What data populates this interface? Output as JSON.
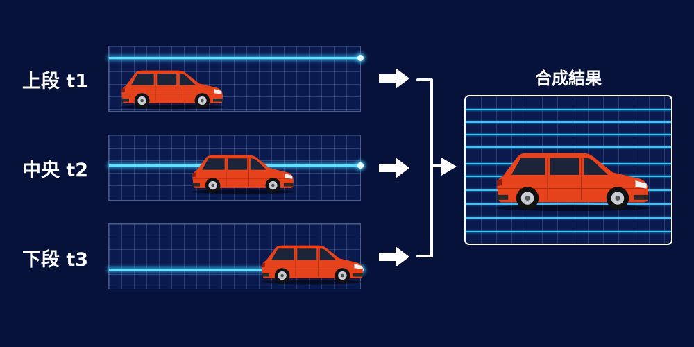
{
  "rows": [
    {
      "label": "上段 t1"
    },
    {
      "label": "中央 t2"
    },
    {
      "label": "下段 t3"
    }
  ],
  "result": {
    "title": "合成結果"
  },
  "colors": {
    "background": "#06123a",
    "panel": "#0a1a4e",
    "scanline": "#5fe0ff",
    "stripe": "#36c6ff",
    "car_body": "#e6421c",
    "arrow": "#ffffff"
  },
  "icons": {
    "arrow": "right-arrow-icon",
    "bracket": "merge-bracket-icon",
    "car": "car-icon"
  }
}
